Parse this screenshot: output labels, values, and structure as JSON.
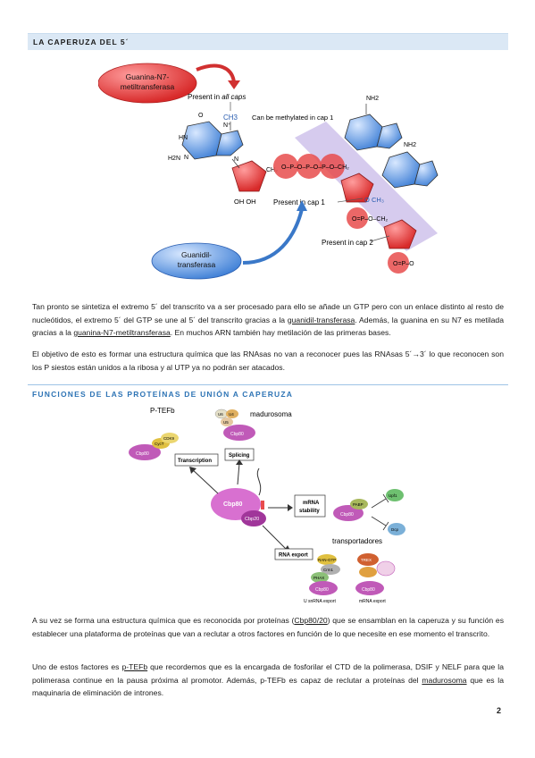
{
  "section1": {
    "title": "LA CAPERUZA DEL 5´"
  },
  "figure1": {
    "enzyme_top": [
      "Guanina-N7-",
      "metiltransferasa"
    ],
    "enzyme_bottom": [
      "Guanidil-",
      "transferasa"
    ],
    "present_all_caps_prefix": "Present in ",
    "present_all_caps_em": "all caps",
    "methyl": "CH3",
    "can_be_methylated": "Can be methylated in cap 1",
    "nh2": "NH2",
    "present_cap1": "Present in cap 1",
    "present_cap2": "Present in cap 2",
    "oh_oh": "OH  OH",
    "h2n": "H2N"
  },
  "para1": {
    "t1": "Tan pronto se sintetiza el extremo 5´ del transcrito va a ser procesado para ello se añade un GTP pero con un enlace distinto al resto de nucleótidos, el extremo 5´ del GTP se une al 5´ del transcrito gracias a la ",
    "u1": "guanidil-transferasa",
    "t2": ". Además, la guanina en su N7 es metilada gracias a la ",
    "u2": "guanina-N7-metiltransferasa",
    "t3": ". En muchos ARN también hay metilación de las primeras bases."
  },
  "para2": "El objetivo de esto es formar una estructura química que las RNAsas no van a reconocer pues las RNAsas 5´→3´ lo que reconocen son los P siestos están unidos a la ribosa y al UTP ya no podrán ser atacados.",
  "section2": {
    "title": "FUNCIONES DE LAS PROTEÍNAS DE UNIÓN A CAPERUZA"
  },
  "figure2": {
    "ptefb": "P-TEFb",
    "madurosoma": "madurosoma",
    "transcription": "Transcription",
    "splicing": "Splicing",
    "mrna_stability": [
      "mRNA",
      "stability"
    ],
    "rna_export": "RNA export",
    "transportadores": "transportadores",
    "cbp80": "Cbp80",
    "cbp20": "Cbp20",
    "u_snrna_export": "U snRNA export",
    "mrna_export": "mRNA export",
    "ran_gtp": "RAN-GTP",
    "trex": "TREX",
    "phax": "PHAX",
    "crm1": "Crm1",
    "u6": "U6",
    "u4": "U4",
    "u5": "U5",
    "cdk9": "CDK9",
    "cyct": "CycT",
    "paip": "PABP",
    "upf1": "Upf1",
    "dcp": "Dcp"
  },
  "para3": {
    "t1": "A su vez se forma una estructura química que es reconocida por proteínas (",
    "u1": "Cbp80/20",
    "t2": ") que se ensamblan en la caperuza y su función es establecer una plataforma de proteínas que van a reclutar a otros factores en función de lo que necesite en ese momento el transcrito."
  },
  "para4": {
    "t1": "Uno de estos factores es ",
    "u1": "p-TEFb",
    "t2": " que recordemos que es la encargada de fosforilar el CTD de la polimerasa, DSIF y NELF para que la polimerasa continue en la pausa próxima al promotor. Además, p-TEFb es capaz de reclutar a proteínas del ",
    "u2": "madurosoma",
    "t3": " que es la maquinaria de eliminación de intrones."
  },
  "page_number": "2"
}
